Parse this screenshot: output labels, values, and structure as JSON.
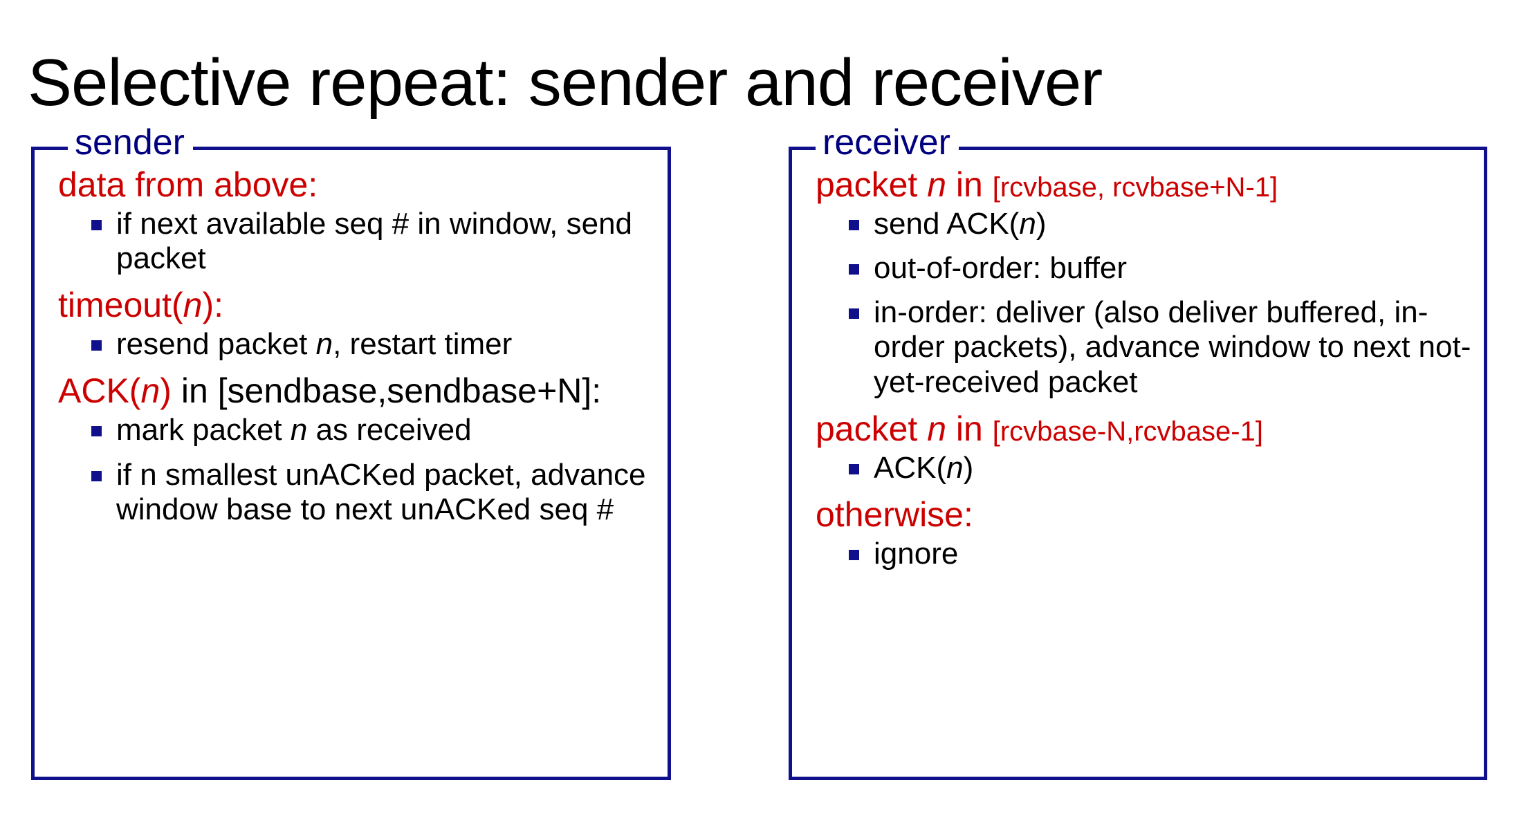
{
  "slide": {
    "title": "Selective repeat: sender and receiver",
    "colors": {
      "heading_red": "#cc0000",
      "box_blue": "#10108c",
      "legend_blue": "#000080",
      "body_black": "#000000",
      "background": "#ffffff"
    }
  },
  "sender": {
    "legend": "sender",
    "sections": [
      {
        "heading_parts": [
          {
            "text": "data from above:",
            "color": "red",
            "size": "normal",
            "italic": false
          }
        ],
        "bullets": [
          [
            {
              "text": "if next available seq # in window, send packet",
              "italic": false
            }
          ]
        ]
      },
      {
        "heading_parts": [
          {
            "text": "timeout(",
            "color": "red",
            "size": "normal",
            "italic": false
          },
          {
            "text": "n",
            "color": "red",
            "size": "normal",
            "italic": true
          },
          {
            "text": "):",
            "color": "red",
            "size": "normal",
            "italic": false
          }
        ],
        "bullets": [
          [
            {
              "text": "resend packet ",
              "italic": false
            },
            {
              "text": "n",
              "italic": true
            },
            {
              "text": ", restart timer",
              "italic": false
            }
          ]
        ]
      },
      {
        "heading_parts": [
          {
            "text": "ACK(",
            "color": "red",
            "size": "normal",
            "italic": false
          },
          {
            "text": "n",
            "color": "red",
            "size": "normal",
            "italic": true
          },
          {
            "text": ")",
            "color": "red",
            "size": "normal",
            "italic": false
          },
          {
            "text": " in [sendbase,sendbase+N]:",
            "color": "black",
            "size": "normal",
            "italic": false
          }
        ],
        "bullets": [
          [
            {
              "text": "mark packet ",
              "italic": false
            },
            {
              "text": "n",
              "italic": true
            },
            {
              "text": " as received",
              "italic": false
            }
          ],
          [
            {
              "text": "if n smallest unACKed packet, advance window base to next unACKed seq #",
              "italic": false
            }
          ]
        ]
      }
    ]
  },
  "receiver": {
    "legend": "receiver",
    "sections": [
      {
        "heading_parts": [
          {
            "text": "packet ",
            "color": "red",
            "size": "normal",
            "italic": false
          },
          {
            "text": "n",
            "color": "red",
            "size": "normal",
            "italic": true
          },
          {
            "text": " in ",
            "color": "red",
            "size": "normal",
            "italic": false
          },
          {
            "text": "[rcvbase, rcvbase+N-1]",
            "color": "red",
            "size": "small",
            "italic": false
          }
        ],
        "bullets": [
          [
            {
              "text": "send ACK(",
              "italic": false
            },
            {
              "text": "n",
              "italic": true
            },
            {
              "text": ")",
              "italic": false
            }
          ],
          [
            {
              "text": "out-of-order: buffer",
              "italic": false
            }
          ],
          [
            {
              "text": "in-order: deliver (also deliver buffered, in-order packets), advance window to next not-yet-received packet",
              "italic": false
            }
          ]
        ]
      },
      {
        "heading_parts": [
          {
            "text": "packet ",
            "color": "red",
            "size": "normal",
            "italic": false
          },
          {
            "text": "n",
            "color": "red",
            "size": "normal",
            "italic": true
          },
          {
            "text": " in ",
            "color": "red",
            "size": "normal",
            "italic": false
          },
          {
            "text": "[rcvbase-N,rcvbase-1]",
            "color": "red",
            "size": "small",
            "italic": false
          }
        ],
        "bullets": [
          [
            {
              "text": "ACK(",
              "italic": false
            },
            {
              "text": "n",
              "italic": true
            },
            {
              "text": ")",
              "italic": false
            }
          ]
        ]
      },
      {
        "heading_parts": [
          {
            "text": "otherwise:",
            "color": "red",
            "size": "normal",
            "italic": false
          }
        ],
        "bullets": [
          [
            {
              "text": "ignore",
              "italic": false
            }
          ]
        ]
      }
    ]
  }
}
